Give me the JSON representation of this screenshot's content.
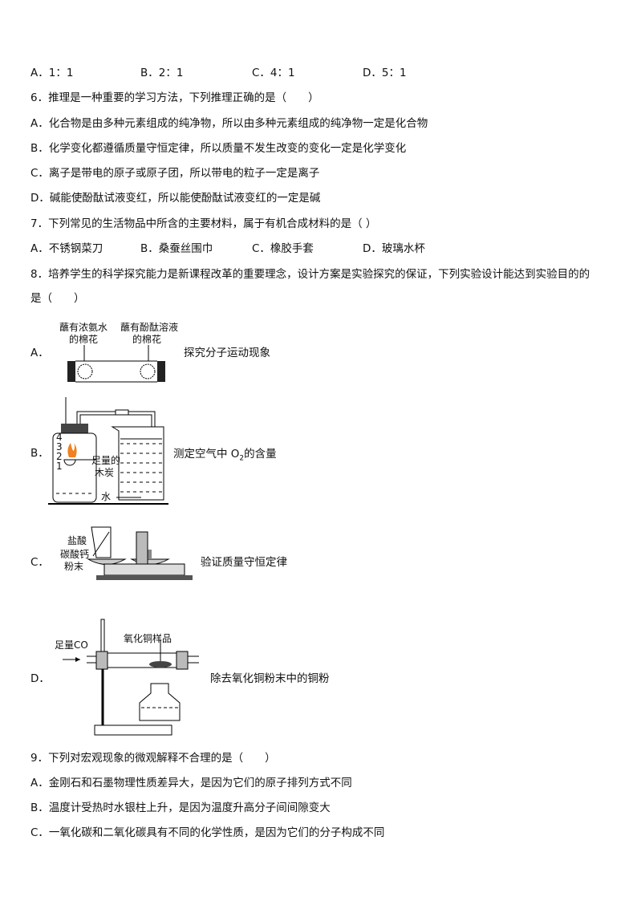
{
  "q5_options": [
    "A．1：1",
    "B．2：1",
    "C．4：1",
    "D．5：1"
  ],
  "q6": {
    "stem": "6．推理是一种重要的学习方法，下列推理正确的是（　　）",
    "options": [
      "A．化合物是由多种元素组成的纯净物，所以由多种元素组成的纯净物一定是化合物",
      "B．化学变化都遵循质量守恒定律，所以质量不发生改变的变化一定是化学变化",
      "C．离子是带电的原子或原子团，所以带电的粒子一定是离子",
      "D．碱能使酚酞试液变红，所以能使酚酞试液变红的一定是碱"
    ]
  },
  "q7": {
    "stem": "7．下列常见的生活物品中所含的主要材料，属于有机合成材料的是（ ）",
    "options": [
      "A．不锈钢菜刀",
      "B．桑蚕丝围巾",
      "C．橡胶手套",
      "D．玻璃水杯"
    ]
  },
  "q8": {
    "stem_line1": "8．培养学生的科学探究能力是新课程改革的重要理念，设计方案是实验探究的保证，下列实验设计能达到实验目的的",
    "stem_line2": "是（　　）",
    "options": [
      {
        "letter": "A．",
        "caption": "探究分子运动现象",
        "labels": [
          "蘸有浓氨水",
          "的棉花",
          "蘸有酚酞溶液",
          "的棉花"
        ]
      },
      {
        "letter": "B．",
        "caption": "测定空气中 O",
        "caption_sub": "2",
        "caption_end": "的含量",
        "labels": [
          "足量的",
          "木炭",
          "水",
          "4",
          "3",
          "2",
          "1"
        ]
      },
      {
        "letter": "C．",
        "caption": "验证质量守恒定律",
        "labels": [
          "盐酸",
          "碳酸钙",
          "粉末"
        ]
      },
      {
        "letter": "D．",
        "caption": "除去氧化铜粉末中的铜粉",
        "labels": [
          "足量CO",
          "氧化铜样品"
        ]
      }
    ]
  },
  "q9": {
    "stem": "9．下列对宏观现象的微观解释不合理的是（　　）",
    "options": [
      "A．金刚石和石墨物理性质差异大，是因为它们的原子排列方式不同",
      "B．温度计受热时水银柱上升，是因为温度升高分子间间隙变大",
      "C．一氧化碳和二氧化碳具有不同的化学性质，是因为它们的分子构成不同"
    ]
  }
}
